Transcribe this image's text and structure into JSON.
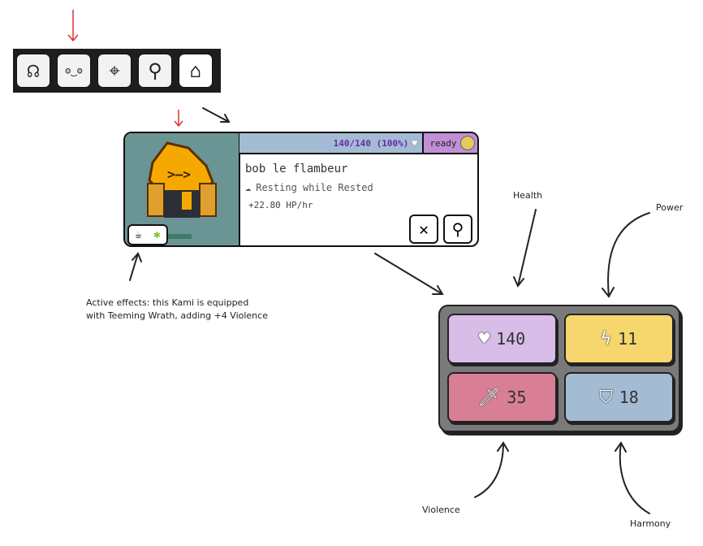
{
  "toolbar": {
    "items": [
      {
        "name": "help-icon",
        "glyph": "☊"
      },
      {
        "name": "kami-icon",
        "glyph": "ʘ‿ʘ"
      },
      {
        "name": "map-icon",
        "glyph": "⌖"
      },
      {
        "name": "harvest-icon",
        "glyph": "⚲"
      },
      {
        "name": "gate-icon",
        "glyph": "⌂"
      }
    ]
  },
  "card": {
    "hp": "140/140 (100%)",
    "status_badge": "ready",
    "name": "bob le flambeur",
    "state": "Resting while Rested",
    "rate": "+22.80 HP/hr"
  },
  "stats": {
    "health": "140",
    "power": "11",
    "violence": "35",
    "harmony": "18"
  },
  "annotations": {
    "effects_line1": "Active effects: this Kami is equipped",
    "effects_line2": "with Teeming Wrath, adding +4 Violence",
    "health": "Health",
    "power": "Power",
    "violence": "Violence",
    "harmony": "Harmony"
  },
  "colors": {
    "health": "#d8bde8",
    "power": "#f5d76e",
    "violence": "#d87f96",
    "harmony": "#a3bcd3",
    "hp_text": "#6a2aa8"
  }
}
